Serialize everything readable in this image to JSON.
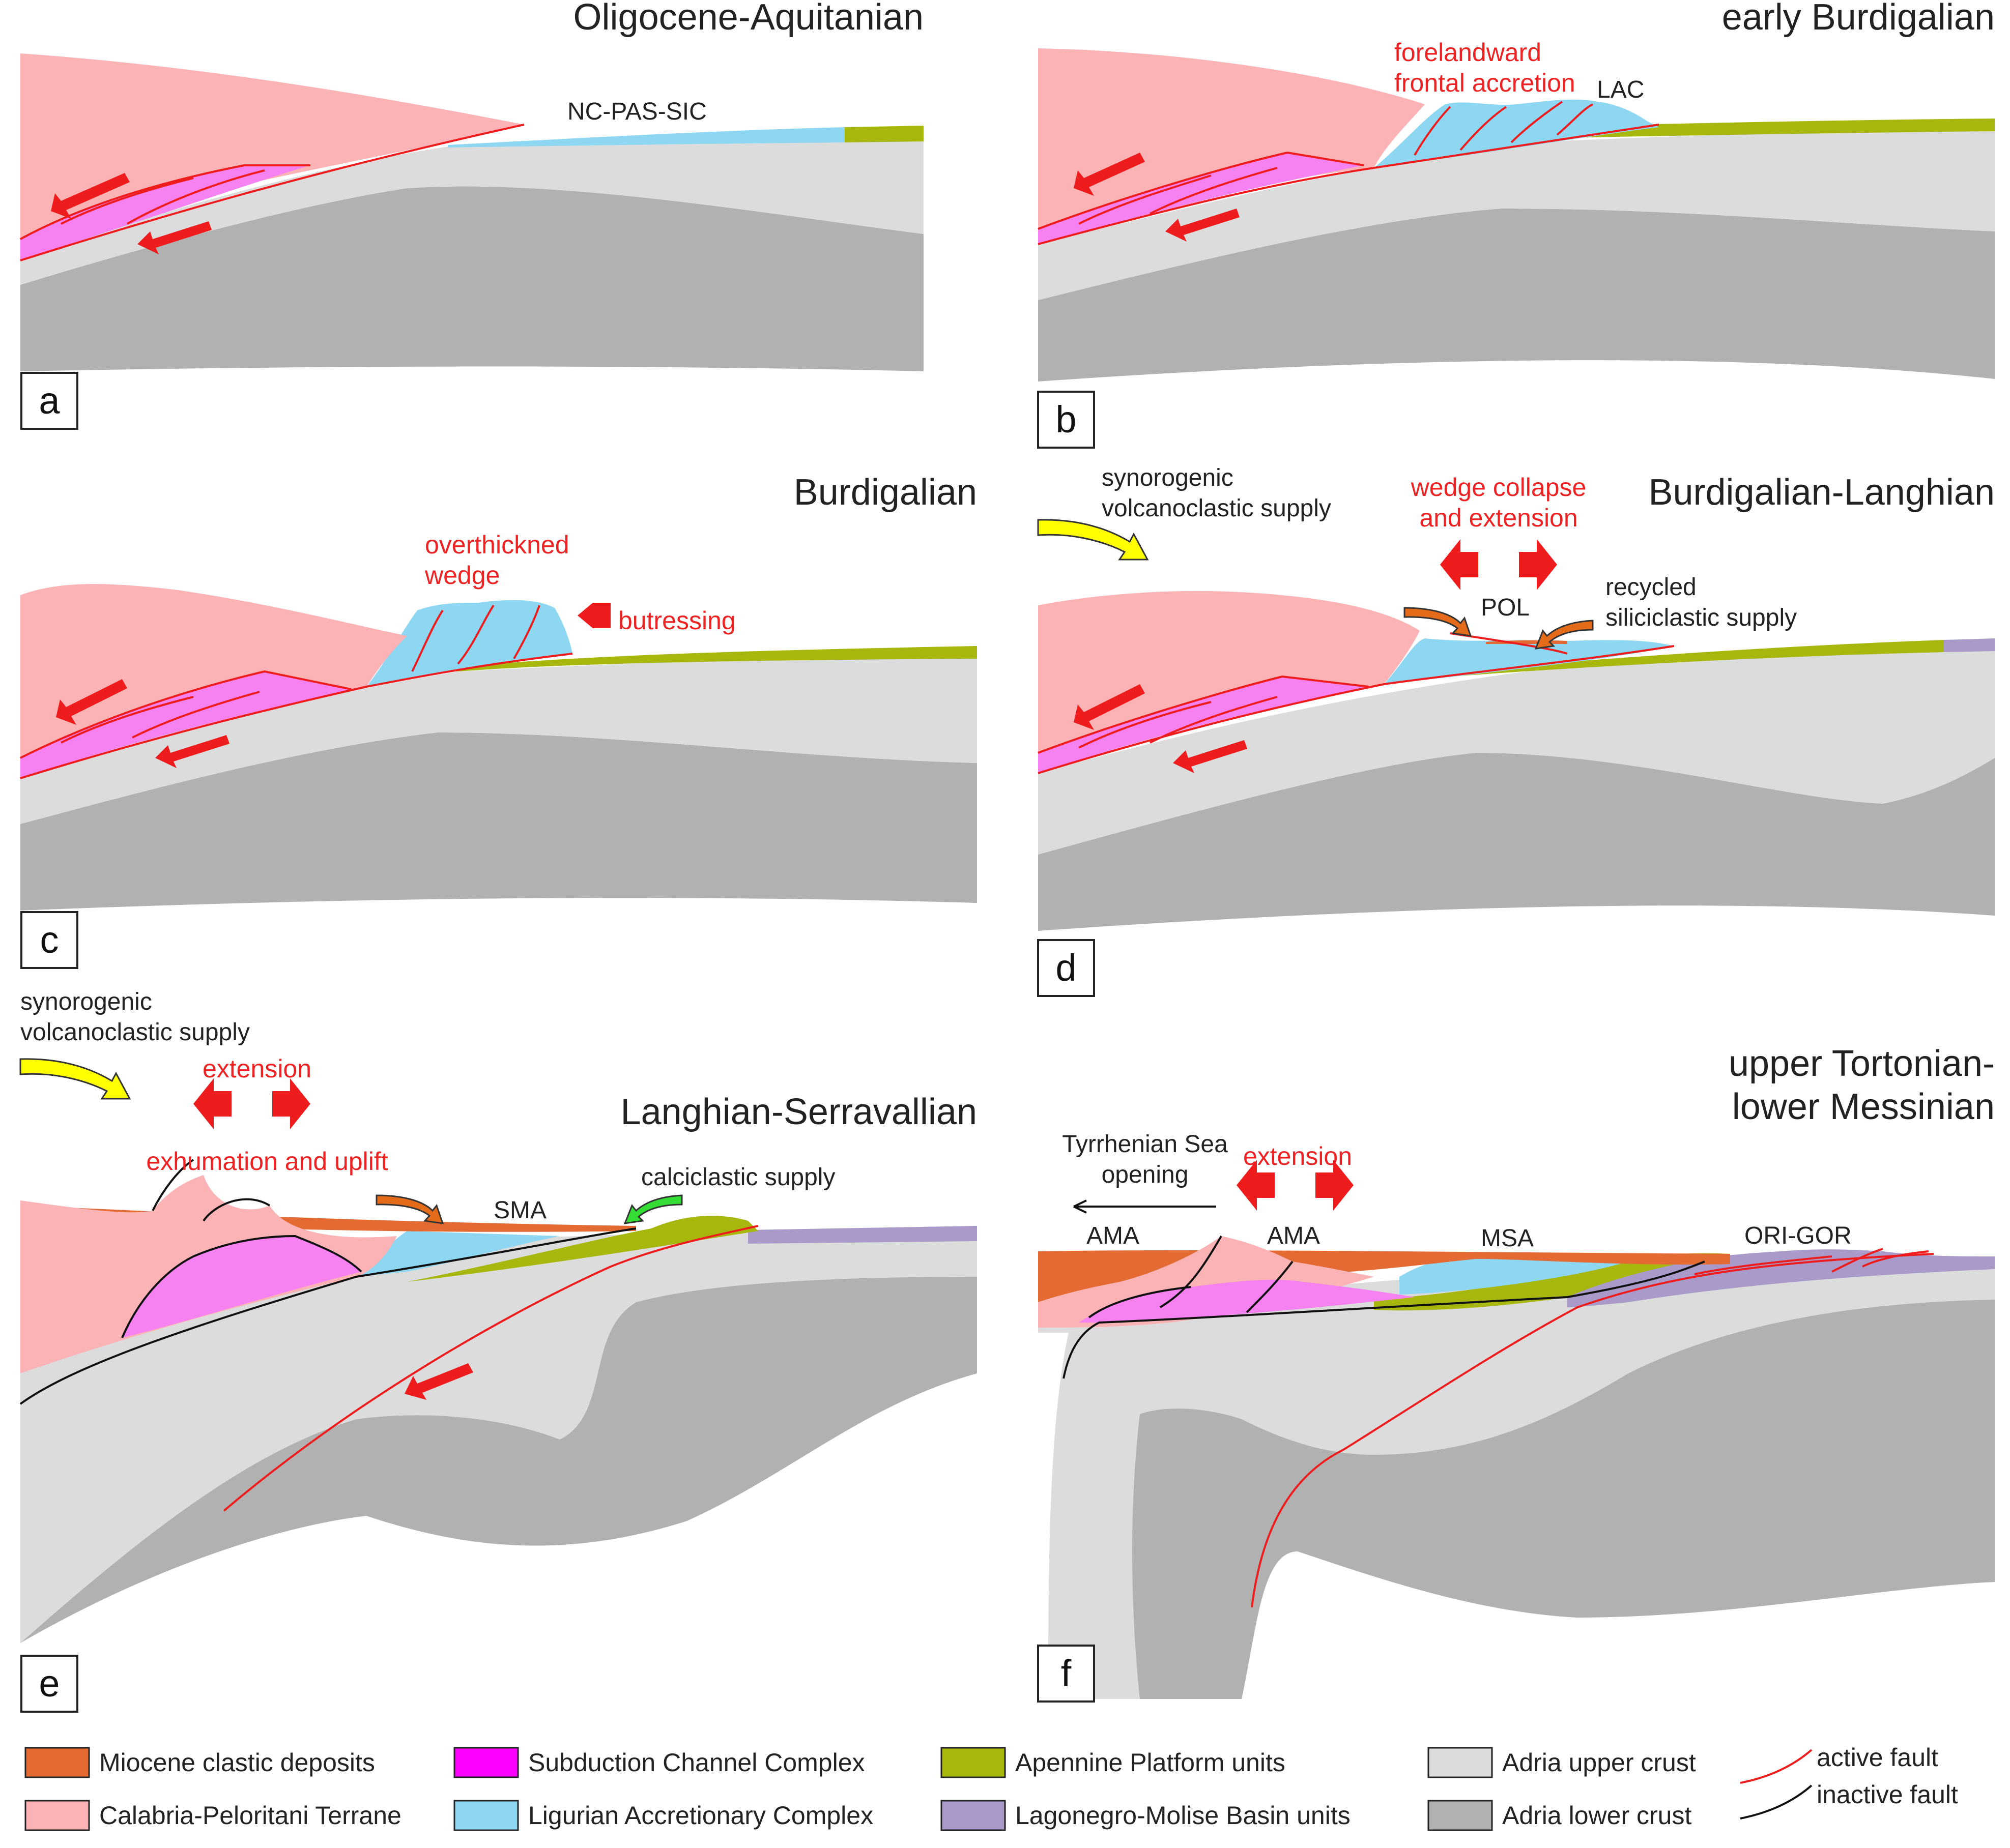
{
  "panels": [
    {
      "letter": "a",
      "title": "Oligocene-Aquitanian",
      "labels": {
        "unit": "NC-PAS-SIC"
      }
    },
    {
      "letter": "b",
      "title": "early Burdigalian",
      "labels": {
        "process_line1": "forelandward",
        "process_line2": "frontal accretion",
        "unit": "LAC"
      }
    },
    {
      "letter": "c",
      "title": "Burdigalian",
      "labels": {
        "wedge_line1": "overthickned",
        "wedge_line2": "wedge",
        "butressing": "butressing"
      }
    },
    {
      "letter": "d",
      "title": "Burdigalian-Langhian",
      "labels": {
        "supply_line1": "synorogenic",
        "supply_line2": "volcanoclastic supply",
        "collapse_line1": "wedge collapse",
        "collapse_line2": "and extension",
        "unit": "POL",
        "recycled_line1": "recycled",
        "recycled_line2": "siliciclastic supply"
      }
    },
    {
      "letter": "e",
      "title": "Langhian-Serravallian",
      "labels": {
        "supply_line1": "synorogenic",
        "supply_line2": "volcanoclastic supply",
        "extension": "extension",
        "exhumation": "exhumation and uplift",
        "unit": "SMA",
        "calciclastic": "calciclastic supply"
      }
    },
    {
      "letter": "f",
      "title_line1": "upper Tortonian-",
      "title_line2": "lower Messinian",
      "labels": {
        "tyrrhenian_line1": "Tyrrhenian Sea",
        "tyrrhenian_line2": "opening",
        "extension": "extension",
        "ama_1": "AMA",
        "ama_2": "AMA",
        "msa": "MSA",
        "origor": "ORI-GOR"
      }
    }
  ],
  "legend": {
    "items": [
      {
        "label": "Miocene clastic deposits",
        "color": "#e36b33"
      },
      {
        "label": "Calabria-Peloritani Terrane",
        "color": "#fbb3b6"
      },
      {
        "label": "Subduction Channel Complex",
        "color": "#ff00ff"
      },
      {
        "label": "Ligurian Accretionary Complex",
        "color": "#8dd7f2"
      },
      {
        "label": "Apennine Platform units",
        "color": "#a8b70e"
      },
      {
        "label": "Lagonegro-Molise Basin units",
        "color": "#a99ac9"
      },
      {
        "label": "Adria upper crust",
        "color": "#dcdcdc"
      },
      {
        "label": "Adria lower crust",
        "color": "#b1b1b1"
      }
    ],
    "faults": [
      {
        "label": "active fault",
        "color": "#ee1c1c"
      },
      {
        "label": "inactive fault",
        "color": "#111111"
      }
    ]
  },
  "colors": {
    "fault_active": "#ee1c1c",
    "fault_inactive": "#111111",
    "synorogenic_arrow": "#ffff00",
    "recycled_arrow": "#e36b1a",
    "calciclastic_arrow": "#33dd33"
  }
}
